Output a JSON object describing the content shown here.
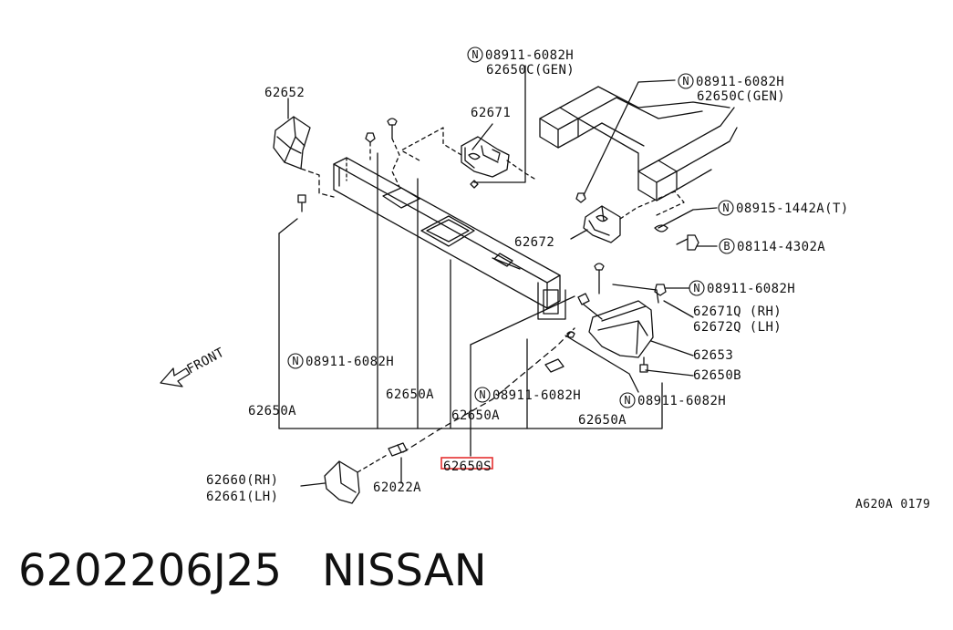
{
  "diagram": {
    "labels": {
      "p62652": "62652",
      "n_top_a": "08911-6082H",
      "gen_top_a": "62650C(GEN)",
      "p62671": "62671",
      "n_top_b": "08911-6082H",
      "gen_top_b": "62650C(GEN)",
      "n_mid_r": "08915-1442A(T)",
      "p62672": "62672",
      "b_bolt": "08114-4302A",
      "n_right_b": "08911-6082H",
      "rh_a": "62671Q (RH)",
      "lh_a": "62672Q (LH)",
      "p62653": "62653",
      "p62650b": "62650B",
      "front": "FRONT",
      "n_left": "08911-6082H",
      "p62650a_1": "62650A",
      "p62650a_2": "62650A",
      "n_center": "08911-6082H",
      "n_right_c": "08911-6082H",
      "p62650a_3": "62650A",
      "p62650a_4": "62650A",
      "p62650s": "62650S",
      "rh_b": "62660(RH)",
      "lh_b": "62661(LH)",
      "p62022a": "62022A",
      "figure_code": "A620A 0179",
      "n_symbol": "N",
      "b_symbol": "B"
    },
    "highlight_color": "#e53030",
    "line_color": "#111111"
  },
  "caption": {
    "part_number": "6202206J25",
    "brand": "NISSAN"
  }
}
